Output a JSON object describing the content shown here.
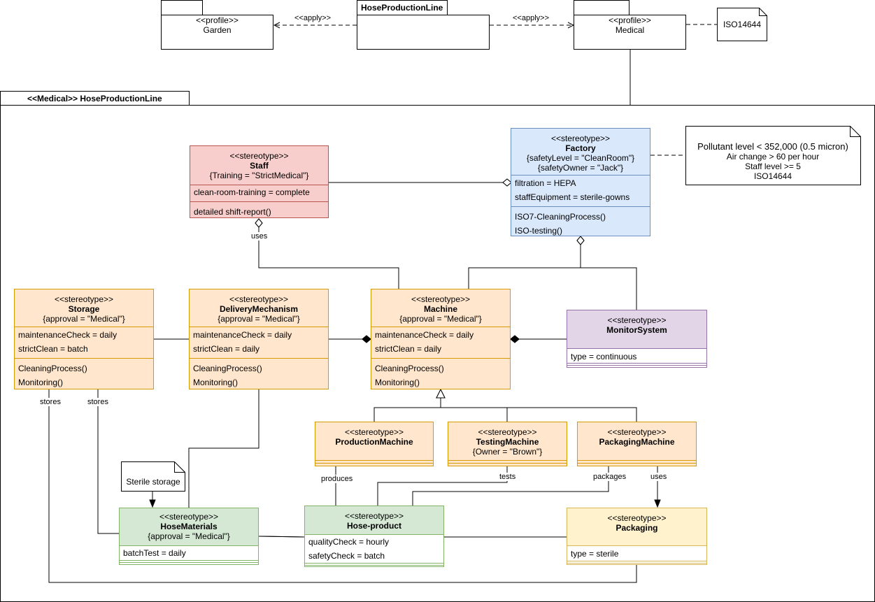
{
  "colors": {
    "staff": {
      "fill": "#f8cecc",
      "border": "#b85450"
    },
    "factory": {
      "fill": "#dae8fc",
      "border": "#6c8ebf"
    },
    "machine": {
      "fill": "#ffe6cc",
      "border": "#d79b00"
    },
    "monitor": {
      "fill": "#e1d5e7",
      "border": "#9673a6"
    },
    "material": {
      "fill": "#d5e8d4",
      "border": "#82b366"
    },
    "packaging": {
      "fill": "#fff2cc",
      "border": "#d6b656"
    }
  },
  "top": {
    "garden": {
      "stereo": "<<profile>>",
      "name": "Garden"
    },
    "hpl": {
      "name": "HoseProductionLine"
    },
    "medical": {
      "stereo": "<<profile>>",
      "name": "Medical"
    },
    "apply_left": "<<apply>>",
    "apply_right": "<<apply>>",
    "iso_note": "ISO14644"
  },
  "main_package": {
    "title": "<<Medical>> HoseProductionLine"
  },
  "classes": {
    "staff": {
      "stereo": "<<stereotype>>",
      "name": "Staff",
      "tag": "{Training = \"StrictMedical\"}",
      "attrs": [
        "clean-room-training = complete"
      ],
      "ops": [
        "detailed shift-report()"
      ]
    },
    "factory": {
      "stereo": "<<stereotype>>",
      "name": "Factory",
      "tag1": "{safetyLevel = \"CleanRoom\"}",
      "tag2": "{safetyOwner = \"Jack\"}",
      "attrs": [
        "filtration = HEPA",
        "staffEquipment = sterile-gowns"
      ],
      "ops": [
        "ISO7-CleaningProcess()",
        "ISO-testing()"
      ]
    },
    "storage": {
      "stereo": "<<stereotype>>",
      "name": "Storage",
      "tag": "{approval = \"Medical\"}",
      "attrs": [
        "maintenanceCheck = daily",
        "strictClean = batch"
      ],
      "ops": [
        "CleaningProcess()",
        "Monitoring()"
      ]
    },
    "delivery": {
      "stereo": "<<stereotype>>",
      "name": "DeliveryMechanism",
      "tag": "{approval = \"Medical\"}",
      "attrs": [
        "maintenanceCheck = daily",
        "strictClean = daily"
      ],
      "ops": [
        "CleaningProcess()",
        "Monitoring()"
      ]
    },
    "machine": {
      "stereo": "<<stereotype>>",
      "name": "Machine",
      "tag": "{approval = \"Medical\"}",
      "attrs": [
        "maintenanceCheck = daily",
        "strictClean = daily"
      ],
      "ops": [
        "CleaningProcess()",
        "Monitoring()"
      ]
    },
    "monitor": {
      "stereo": "<<stereotype>>",
      "name": "MonitorSystem",
      "attrs": [
        "type = continuous"
      ]
    },
    "production": {
      "stereo": "<<stereotype>>",
      "name": "ProductionMachine"
    },
    "testing": {
      "stereo": "<<stereotype>>",
      "name": "TestingMachine",
      "tag": "{Owner = \"Brown\"}"
    },
    "packagingMachine": {
      "stereo": "<<stereotype>>",
      "name": "PackagingMachine"
    },
    "hoseMaterials": {
      "stereo": "<<stereotype>>",
      "name": "HoseMaterials",
      "tag": "{approval = \"Medical\"}",
      "attrs": [
        "batchTest = daily"
      ]
    },
    "hoseProduct": {
      "stereo": "<<stereotype>>",
      "name": "Hose-product",
      "attrs": [
        "qualityCheck = hourly",
        "safetyCheck = batch"
      ]
    },
    "packaging": {
      "stereo": "<<stereotype>>",
      "name": "Packaging",
      "attrs": [
        "type = sterile"
      ]
    }
  },
  "notes": {
    "factory_note": [
      "Pollutant level <  352,000 (0.5 micron)",
      "Air change > 60 per hour",
      "Staff level >= 5",
      "ISO14644"
    ],
    "sterile": "Sterile storage"
  },
  "labels": {
    "uses_staff": "uses",
    "stores1": "stores",
    "stores2": "stores",
    "produces": "produces",
    "tests": "tests",
    "packages": "packages",
    "uses_pack": "uses"
  }
}
